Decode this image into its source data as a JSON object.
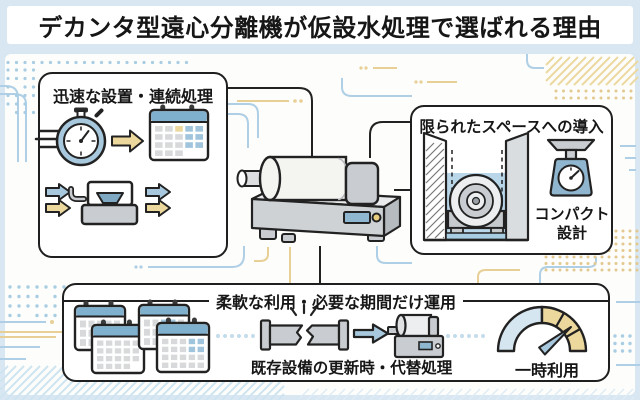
{
  "title": "デカンタ型遠心分離機が仮設水処理で選ばれる理由",
  "panels": {
    "rapid": {
      "title": "迅速な設置・連続処理",
      "icons": [
        "speed-stopwatch-icon",
        "arrow-right-icon",
        "calendar-icon",
        "inflow-arrows-icon",
        "separator-machine-icon",
        "outflow-arrows-icon"
      ]
    },
    "space": {
      "title": "限られたスペースへの導入",
      "caption": "コンパクト\n設計",
      "icons": [
        "narrow-pit-machine-icon",
        "weight-scale-icon"
      ]
    },
    "flexible": {
      "title": "柔軟な利用・必要な期間だけ運用",
      "captions": {
        "replace": "既存設備の更新時・代替処理",
        "temporary": "一時利用"
      },
      "icons": [
        "calendar-stack-icon",
        "broken-pipe-icon",
        "arrow-right-icon",
        "small-decanter-icon",
        "gauge-icon"
      ]
    }
  },
  "center_illustration": "decanter-centrifuge-machine",
  "colors": {
    "page_bg": "#d9e7f2",
    "card_bg": "#fdfdfb",
    "outline": "#222222",
    "accent_blue": "#a8c9dd",
    "accent_blue_light": "#cfe2ef",
    "accent_yellow": "#ecd79c",
    "header_blue": "#7fb0ce",
    "machine_gray": "#c9cdd1"
  }
}
